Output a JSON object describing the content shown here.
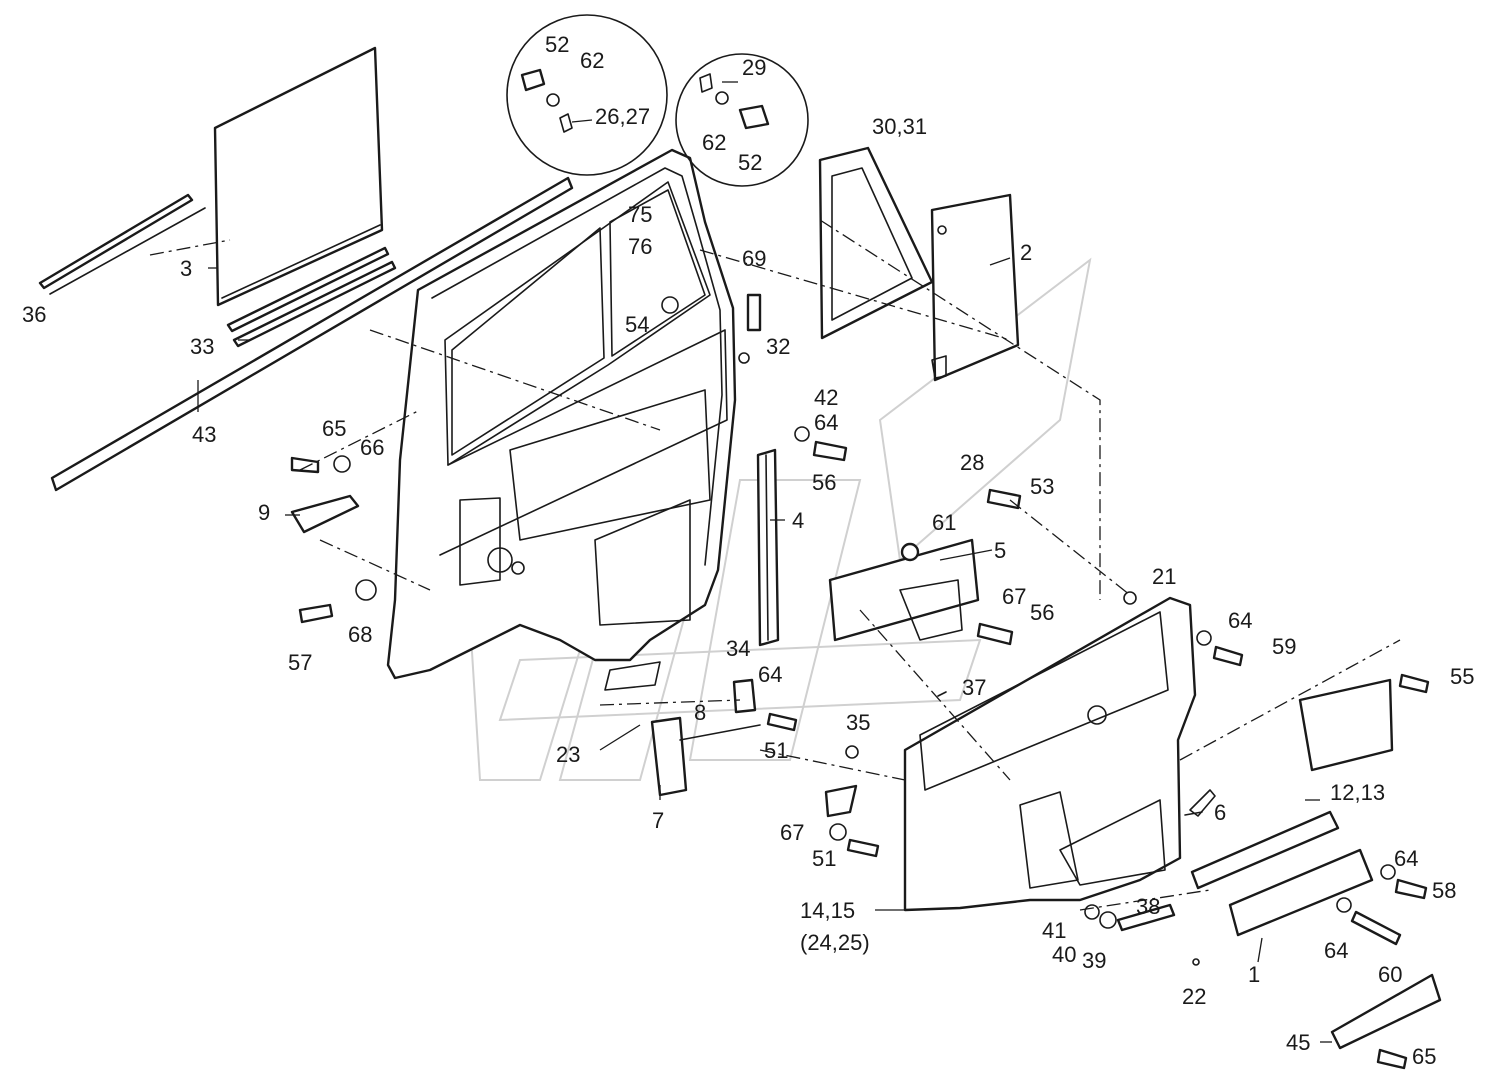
{
  "callouts": {
    "c1": "1",
    "c2": "2",
    "c3": "3",
    "c4": "4",
    "c5": "5",
    "c6": "6",
    "c7": "7",
    "c8": "8",
    "c9": "9",
    "c12_13": "12,13",
    "c14_15": "14,15",
    "c24_25": "(24,25)",
    "c21": "21",
    "c22": "22",
    "c23": "23",
    "c26_27": "26,27",
    "c28": "28",
    "c29": "29",
    "c30_31": "30,31",
    "c32": "32",
    "c33": "33",
    "c34": "34",
    "c35": "35",
    "c36": "36",
    "c37": "37",
    "c38": "38",
    "c39": "39",
    "c40": "40",
    "c41": "41",
    "c42": "42",
    "c43": "43",
    "c45": "45",
    "c51a": "51",
    "c51b": "51",
    "c52a": "52",
    "c52b": "52",
    "c53": "53",
    "c54": "54",
    "c55": "55",
    "c56a": "56",
    "c56b": "56",
    "c57": "57",
    "c58": "58",
    "c59": "59",
    "c60": "60",
    "c61": "61",
    "c62a": "62",
    "c62b": "62",
    "c64a": "64",
    "c64b": "64",
    "c64c": "64",
    "c64d": "64",
    "c64e": "64",
    "c65a": "65",
    "c65b": "65",
    "c66": "66",
    "c67a": "67",
    "c67b": "67",
    "c68": "68",
    "c69": "69",
    "c75": "75",
    "c76": "76"
  }
}
